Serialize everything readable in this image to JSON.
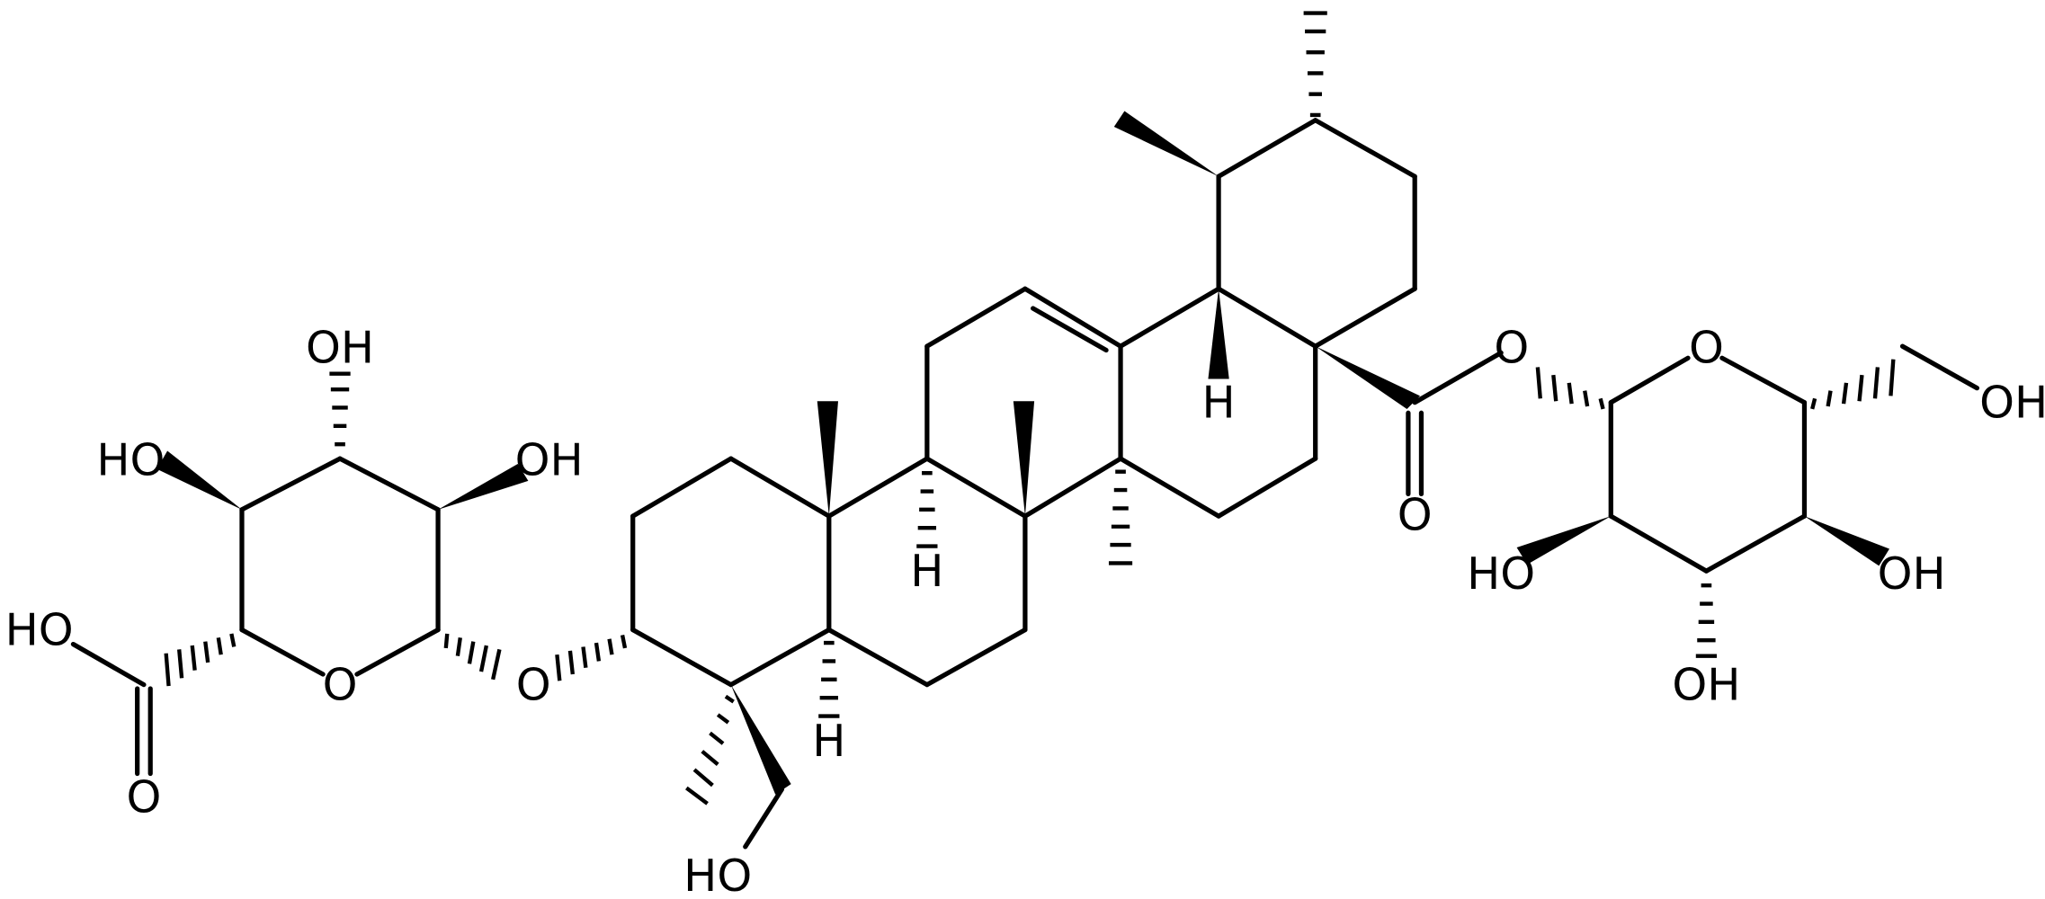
{
  "labels": {
    "oh_glcA_top": "OH",
    "oh_glcA_left": "HO",
    "oh_glcA_right": "OH",
    "cooh_oh": "HO",
    "cooh_o": "O",
    "o_ring_glcA": "O",
    "o_glycosidic": "O",
    "h_c5": "H",
    "h_c9": "H",
    "oh_c23": "HO",
    "h_c18": "H",
    "o_ester": "O",
    "o_carbonyl": "O",
    "o_ring_glc": "O",
    "oh_glc_c6": "OH",
    "oh_glc_c2": "HO",
    "oh_glc_c4": "OH",
    "oh_glc_c3": "OH"
  },
  "colors": {
    "bond": "#000000",
    "background": "#ffffff"
  }
}
